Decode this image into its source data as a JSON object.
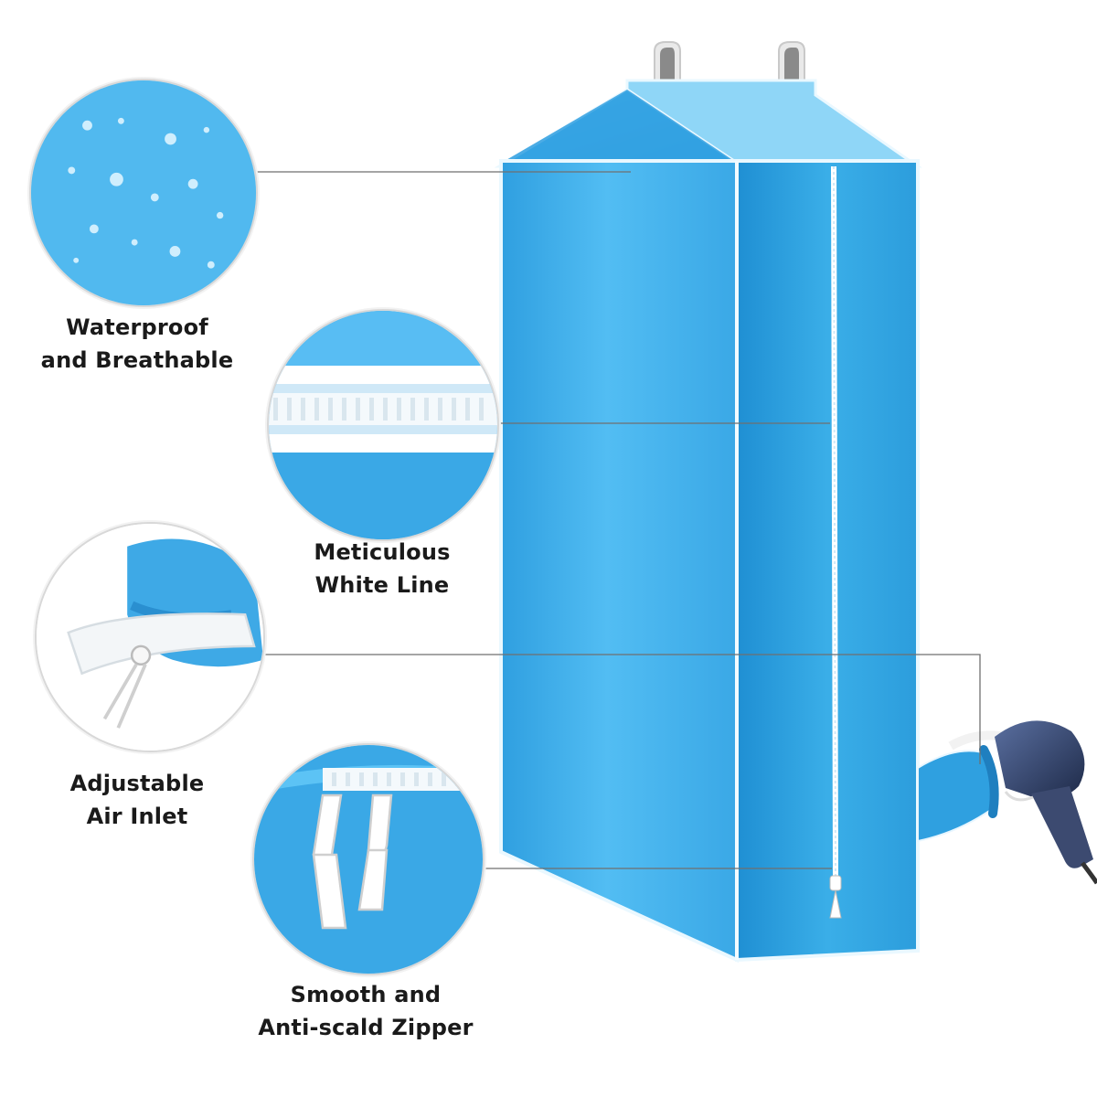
{
  "features": [
    {
      "id": "waterproof",
      "line1": "Waterproof",
      "line2": "and Breathable"
    },
    {
      "id": "white-line",
      "line1": "Meticulous",
      "line2": "White Line"
    },
    {
      "id": "air-inlet",
      "line1": "Adjustable",
      "line2": "Air Inlet"
    },
    {
      "id": "zipper",
      "line1": "Smooth and",
      "line2": "Anti-scald Zipper"
    }
  ],
  "colors": {
    "fabric_blue": "#3aa8e6",
    "fabric_light": "#5cc3f5",
    "edge_white": "#e8f6ff",
    "leader_line": "#6f6f6f",
    "label_text": "#1a1a1a"
  },
  "icons": [
    "hanger-strap",
    "zipper-pull",
    "hair-dryer"
  ]
}
